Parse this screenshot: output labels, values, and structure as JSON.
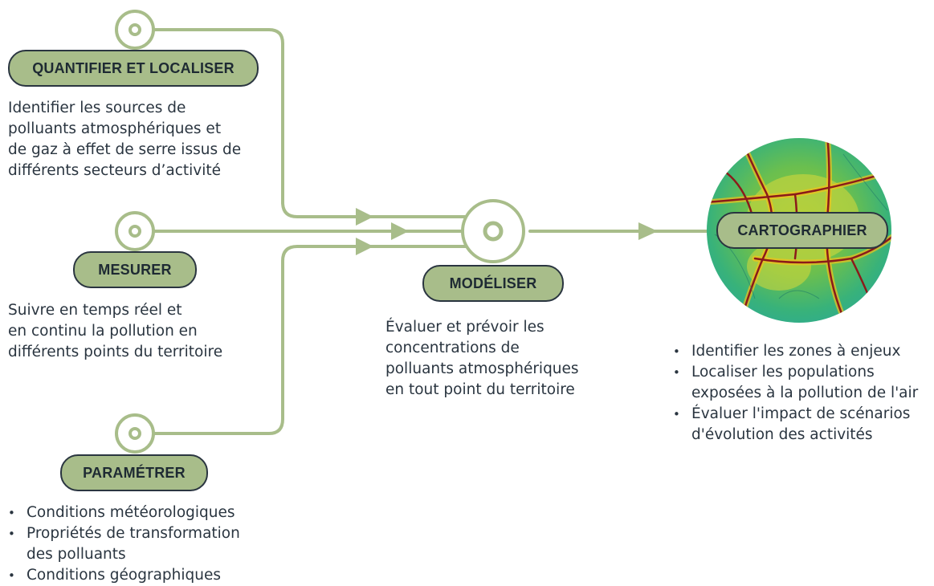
{
  "colors": {
    "connector": "#a8bd8a",
    "pill_fill": "#a8bd8a",
    "pill_border": "#2a3540",
    "text": "#2a3540"
  },
  "quantifier": {
    "label": "QUANTIFIER ET LOCALISER",
    "desc": [
      "Identifier les sources de",
      "polluants atmosphériques et",
      "de gaz à effet de serre issus de",
      "différents secteurs d’activité"
    ]
  },
  "mesurer": {
    "label": "MESURER",
    "desc": [
      "Suivre en temps réel et",
      "en continu la pollution en",
      "différents points du territoire"
    ]
  },
  "parametrer": {
    "label": "PARAMÉTRER",
    "items": [
      "Conditions météorologiques",
      "Propriétés de transformation",
      "des polluants",
      "Conditions géographiques"
    ]
  },
  "modeliser": {
    "label": "MODÉLISER",
    "desc": [
      "Évaluer et prévoir les",
      "concentrations de",
      "polluants atmosphériques",
      "en tout point du territoire"
    ]
  },
  "cartographier": {
    "label": "CARTOGRAPHIER",
    "items": [
      "Identifier les zones à enjeux",
      "Localiser les populations",
      "exposées à la pollution de l'air",
      "Évaluer l'impact de scénarios",
      "d'évolution des activités"
    ]
  }
}
